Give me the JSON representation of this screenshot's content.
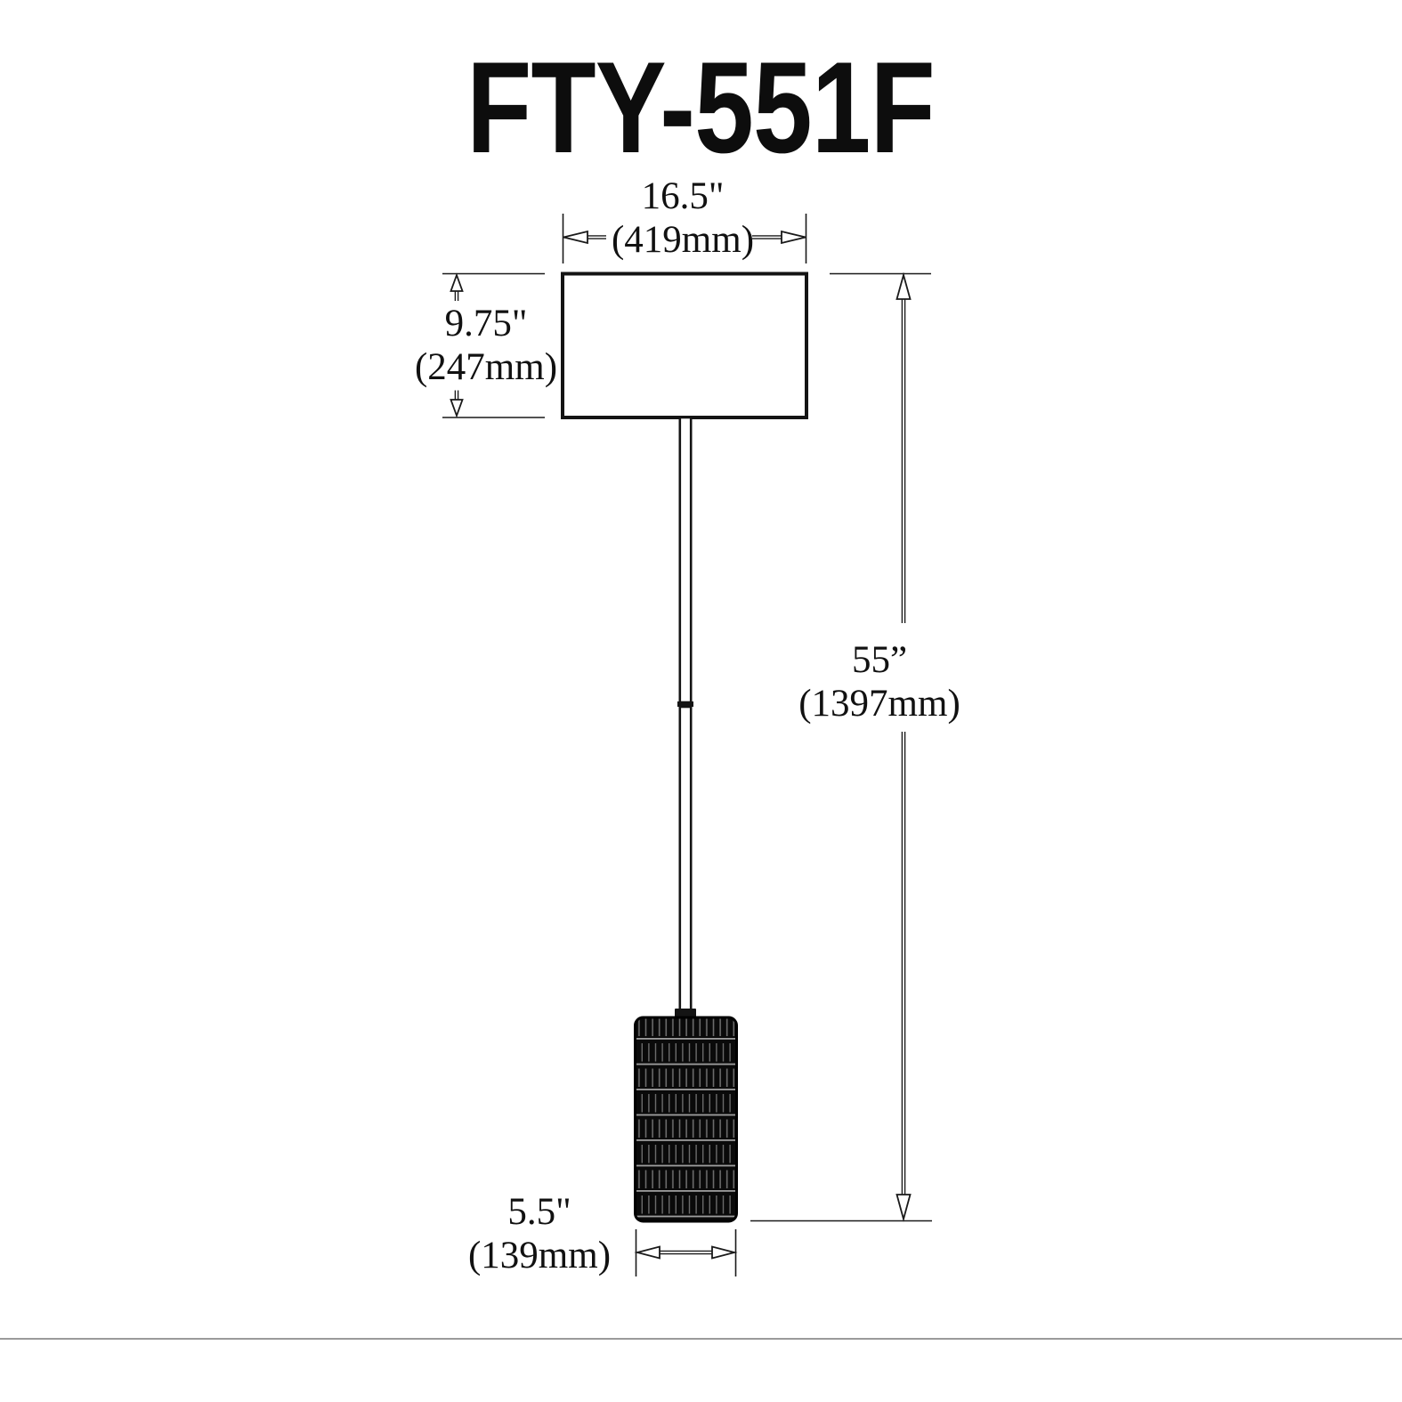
{
  "title": "FTY-551F",
  "diagram": {
    "description": "Floor lamp dimension drawing",
    "dimensions": {
      "shade_width": {
        "inches": "16.5\"",
        "metric": "(419mm)"
      },
      "shade_height": {
        "inches": "9.75\"",
        "metric": "(247mm)"
      },
      "overall_height": {
        "inches": "55”",
        "metric": "(1397mm)"
      },
      "base_width": {
        "inches": "5.5\"",
        "metric": "(139mm)"
      }
    },
    "colors": {
      "line": "#1a1a1a",
      "base_fill": "#0a0a0a",
      "base_texture_line": "#a8a8a8",
      "background": "#ffffff",
      "footer_divider": "#9b9b9b"
    }
  }
}
